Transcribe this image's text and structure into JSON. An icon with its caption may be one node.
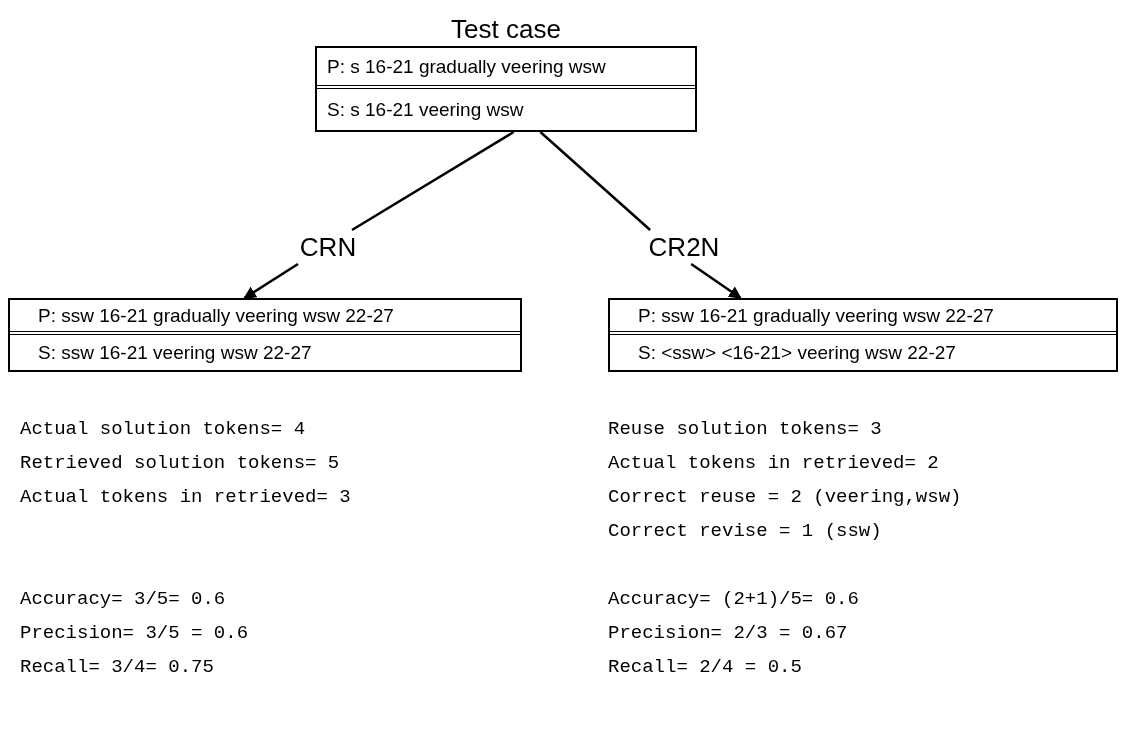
{
  "diagram": {
    "nodes": [
      {
        "text": [
          "Test case",
          "P: s 16-21 gradually veering wsw",
          "S: s 16-21 veering wsw"
        ]
      },
      {
        "text": [
          "CRN"
        ]
      },
      {
        "text": [
          "CR2N"
        ]
      },
      {
        "text": [
          "P: ssw 16-21 gradually veering wsw 22-27",
          "S: ssw 16-21 veering wsw 22-27"
        ]
      },
      {
        "text": [
          "P: ssw 16-21 gradually veering wsw 22-27",
          "S: <ssw> <16-21> veering wsw 22-27"
        ]
      }
    ],
    "edges": [
      {
        "from": 0,
        "to": 1,
        "arrow": "none"
      },
      {
        "from": 1,
        "to": 3,
        "arrow": "to"
      },
      {
        "from": 0,
        "to": 2,
        "arrow": "none"
      },
      {
        "from": 2,
        "to": 4,
        "arrow": "to"
      }
    ],
    "labels": [
      "Actual solution tokens= 4",
      "Retrieved solution tokens= 5",
      "Actual tokens in retrieved= 3",
      "Reuse solution tokens= 3",
      "Actual tokens in retrieved= 2",
      "Correct reuse = 2 (veering,wsw)",
      "Correct revise = 1 (ssw)",
      "Accuracy= 3/5= 0.6",
      "Precision= 3/5 = 0.6",
      "Recall= 3/4= 0.75",
      "Accuracy= (2+1)/5= 0.6",
      "Precision= 2/3 = 0.67",
      "Recall= 2/4 = 0.5"
    ]
  }
}
